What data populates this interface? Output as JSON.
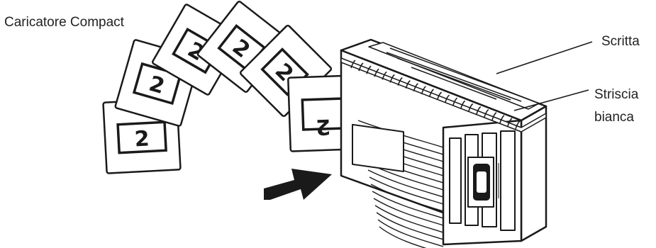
{
  "labels": {
    "compact_loader": "Caricatore Compact",
    "writing": "Scritta",
    "white_strip_line1": "Striscia",
    "white_strip_line2": "bianca"
  },
  "slides": {
    "digit": "2",
    "count": 6
  },
  "colors": {
    "ink": "#1a1a1a",
    "paper": "#ffffff",
    "label_text": "#222222"
  }
}
